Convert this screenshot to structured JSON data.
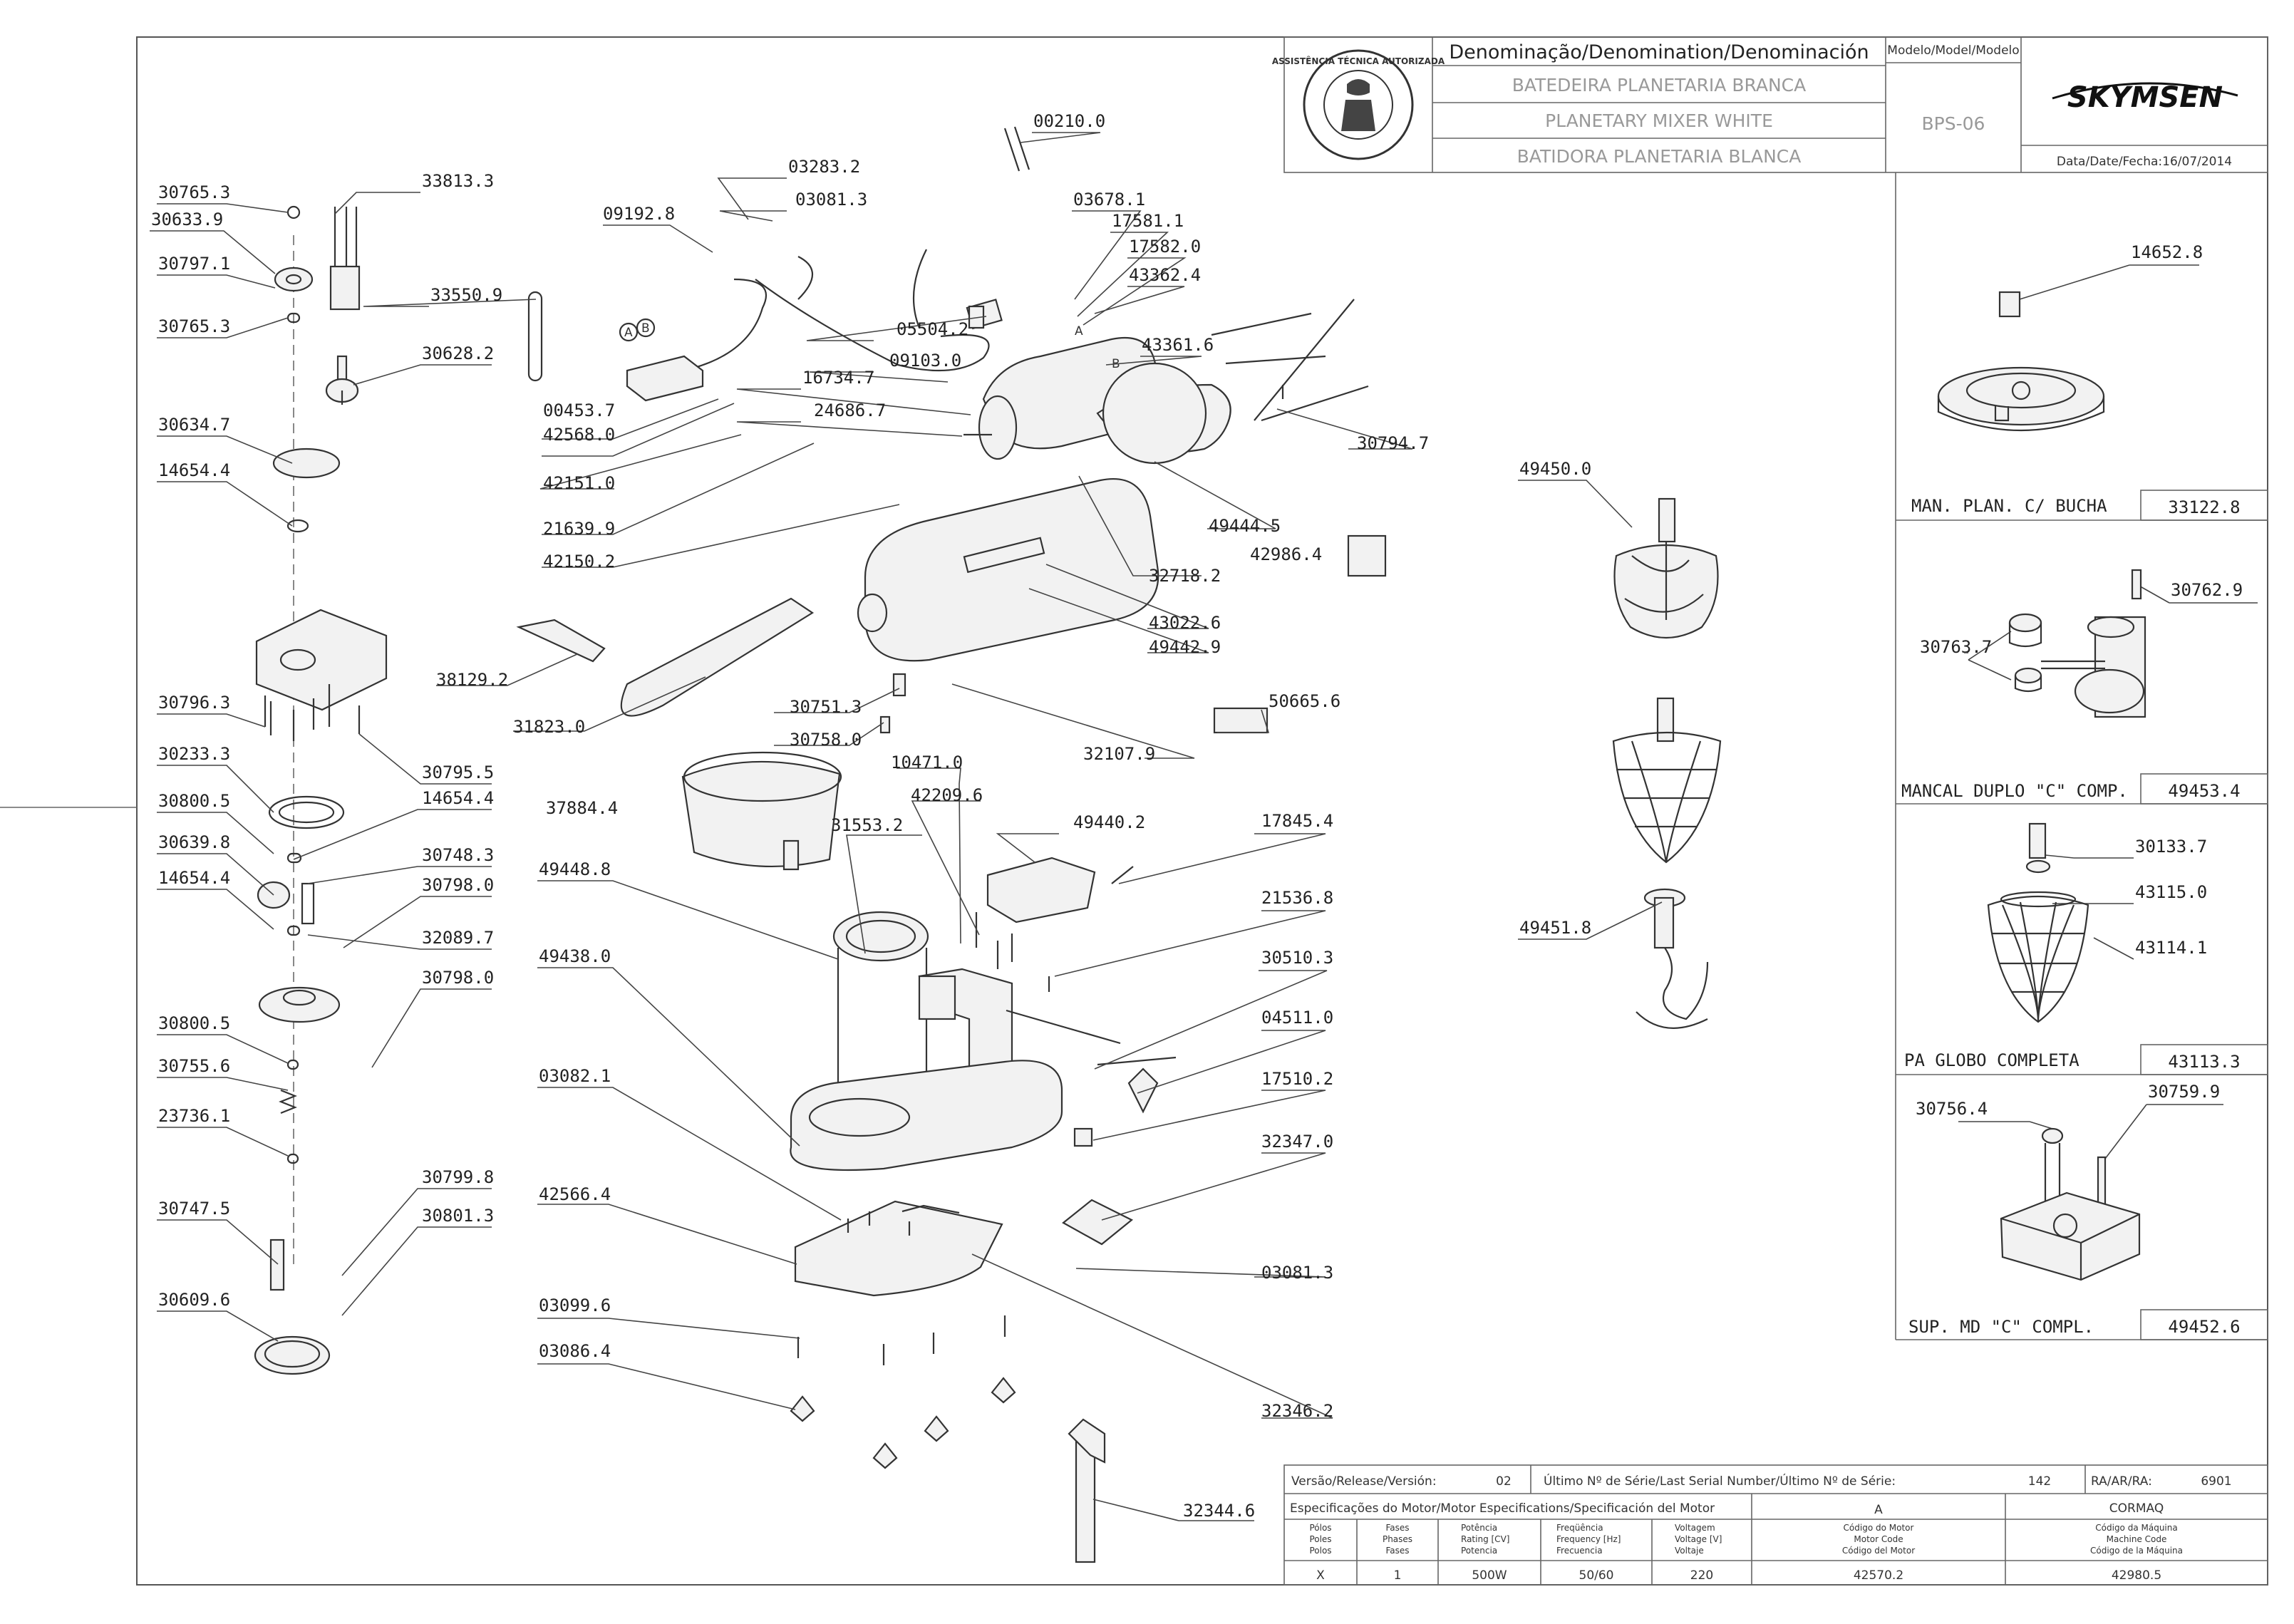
{
  "title_block": {
    "denomination_header": "Denominação/Denomination/Denominación",
    "name_pt": "BATEDEIRA PLANETARIA BRANCA",
    "name_en": "PLANETARY MIXER WHITE",
    "name_es": "BATIDORA PLANETARIA BLANCA",
    "model_header": "Modelo/Model/Modelo",
    "model": "BPS-06",
    "brand": "SKYMSEN",
    "date_label": "Data/Date/Fecha:",
    "date": "16/07/2014",
    "seal_text": "ASSISTÊNCIA TÉCNICA AUTORIZADA"
  },
  "release": {
    "version_label": "Versão/Release/Versión:",
    "version": "02",
    "serial_label": "Último Nº de Série/Last Serial Number/Último Nº de Série:",
    "serial": "142",
    "ra_label": "RA/AR/RA:",
    "ra": "6901"
  },
  "motor_spec": {
    "header": "Especificações do Motor/Motor Especifications/Specificación del Motor",
    "motor_letter": "A",
    "maker": "CORMAQ",
    "col_poles": [
      "Pólos",
      "Poles",
      "Polos"
    ],
    "col_phases": [
      "Fases",
      "Phases",
      "Fases"
    ],
    "col_power": [
      "Potência",
      "Rating [CV]",
      "Potencia"
    ],
    "col_freq": [
      "Freqüência",
      "Frequency [Hz]",
      "Frecuencia"
    ],
    "col_volt": [
      "Voltagem",
      "Voltage [V]",
      "Voltaje"
    ],
    "col_motor_code": [
      "Código do Motor",
      "Motor Code",
      "Código del Motor"
    ],
    "col_machine_code": [
      "Código da Máquina",
      "Machine Code",
      "Código de la Máquina"
    ],
    "poles": "X",
    "phases": "1",
    "power": "500W",
    "frequency": "50/60",
    "voltage": "220",
    "motor_code": "42570.2",
    "machine_code": "42980.5"
  },
  "subassemblies": [
    {
      "name": "MAN. PLAN. C/ BUCHA",
      "code": "33122.8",
      "parts": [
        "14652.8"
      ]
    },
    {
      "name": "MANCAL DUPLO \"C\" COMP.",
      "code": "49453.4",
      "parts": [
        "30762.9",
        "30763.7"
      ]
    },
    {
      "name": "PA GLOBO COMPLETA",
      "code": "43113.3",
      "parts": [
        "30133.7",
        "43115.0",
        "43114.1"
      ]
    },
    {
      "name": "SUP. MD \"C\" COMPL.",
      "code": "49452.6",
      "parts": [
        "30756.4",
        "30759.9"
      ]
    }
  ],
  "markers": [
    "A",
    "B",
    "A",
    "B"
  ],
  "part_numbers": [
    "30765.3",
    "33813.3",
    "30633.9",
    "30797.1",
    "30765.3",
    "33550.9",
    "30628.2",
    "30634.7",
    "14654.4",
    "30796.3",
    "30795.5",
    "30233.3",
    "30800.5",
    "14654.4",
    "30639.8",
    "30748.3",
    "14654.4",
    "30798.0",
    "32089.7",
    "30798.0",
    "30800.5",
    "30755.6",
    "23736.1",
    "30799.8",
    "30747.5",
    "30801.3",
    "30609.6",
    "03283.2",
    "03081.3",
    "09192.8",
    "00210.0",
    "03678.1",
    "17581.1",
    "17582.0",
    "43362.4",
    "05504.2",
    "43361.6",
    "09103.0",
    "16734.7",
    "24686.7",
    "00453.7",
    "42568.0",
    "42151.0",
    "30794.7",
    "21639.9",
    "49444.5",
    "42150.2",
    "42986.4",
    "32718.2",
    "38129.2",
    "43022.6",
    "49442.9",
    "30751.3",
    "31823.0",
    "50665.6",
    "30758.0",
    "32107.9",
    "10471.0",
    "37884.4",
    "42209.6",
    "49440.2",
    "31553.2",
    "17845.4",
    "49448.8",
    "21536.8",
    "49438.0",
    "30510.3",
    "04511.0",
    "03082.1",
    "17510.2",
    "32347.0",
    "42566.4",
    "03081.3",
    "03099.6",
    "03086.4",
    "32346.2",
    "32344.6",
    "49450.0",
    "49451.8"
  ]
}
